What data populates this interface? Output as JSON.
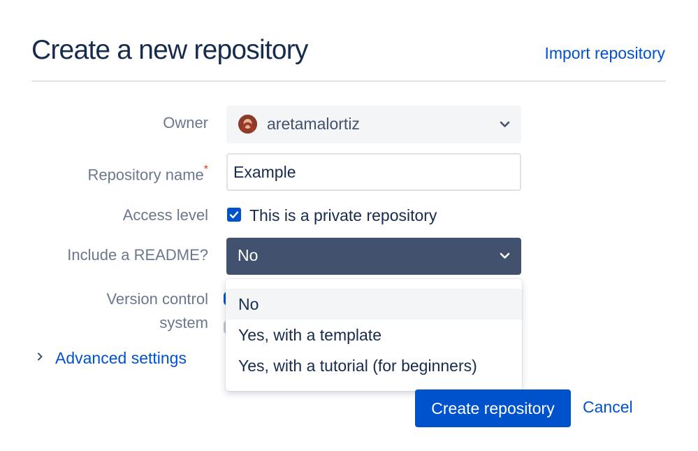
{
  "header": {
    "title": "Create a new repository",
    "import_link": "Import repository"
  },
  "form": {
    "owner": {
      "label": "Owner",
      "value": "aretamalortiz",
      "icon": "chevron-down-icon"
    },
    "repo_name": {
      "label": "Repository name",
      "required_marker": "*",
      "value": "Example"
    },
    "access_level": {
      "label": "Access level",
      "checkbox_label": "This is a private repository",
      "checked": true
    },
    "readme": {
      "label": "Include a README?",
      "value": "No",
      "options": [
        "No",
        "Yes, with a template",
        "Yes, with a tutorial (for beginners)"
      ]
    },
    "vcs": {
      "label_line1": "Version control",
      "label_line2": "system"
    },
    "advanced": {
      "label": "Advanced settings"
    }
  },
  "actions": {
    "create_label": "Create repository",
    "cancel_label": "Cancel"
  },
  "colors": {
    "primary": "#0052cc",
    "selected_dark": "#42526e",
    "text": "#172b4d",
    "label": "#6b778c"
  }
}
